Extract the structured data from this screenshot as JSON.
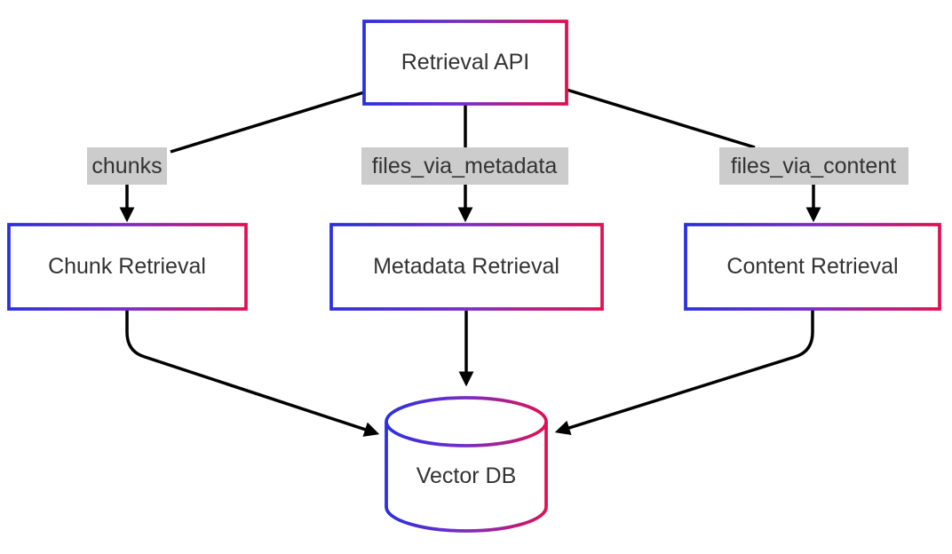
{
  "diagram": {
    "type": "flowchart",
    "direction": "top-down",
    "nodes": [
      {
        "id": "retrieval_api",
        "label": "Retrieval API",
        "shape": "rectangle"
      },
      {
        "id": "chunk_retrieval",
        "label": "Chunk Retrieval",
        "shape": "rectangle"
      },
      {
        "id": "metadata_retrieval",
        "label": "Metadata Retrieval",
        "shape": "rectangle"
      },
      {
        "id": "content_retrieval",
        "label": "Content Retrieval",
        "shape": "rectangle"
      },
      {
        "id": "vector_db",
        "label": "Vector DB",
        "shape": "cylinder"
      }
    ],
    "edges": [
      {
        "from": "retrieval_api",
        "to": "chunk_retrieval",
        "label": "chunks"
      },
      {
        "from": "retrieval_api",
        "to": "metadata_retrieval",
        "label": "files_via_metadata"
      },
      {
        "from": "retrieval_api",
        "to": "content_retrieval",
        "label": "files_via_content"
      },
      {
        "from": "chunk_retrieval",
        "to": "vector_db",
        "label": ""
      },
      {
        "from": "metadata_retrieval",
        "to": "vector_db",
        "label": ""
      },
      {
        "from": "content_retrieval",
        "to": "vector_db",
        "label": ""
      }
    ],
    "colors": {
      "background": "#ffffff",
      "node_fill": "#ffffff",
      "border_gradient_start": "#2a2fe0",
      "border_gradient_mid": "#7a2ec0",
      "border_gradient_end": "#e01050",
      "edge_line": "#000000",
      "edge_label_bg": "#cccccc",
      "text": "#333333"
    }
  }
}
